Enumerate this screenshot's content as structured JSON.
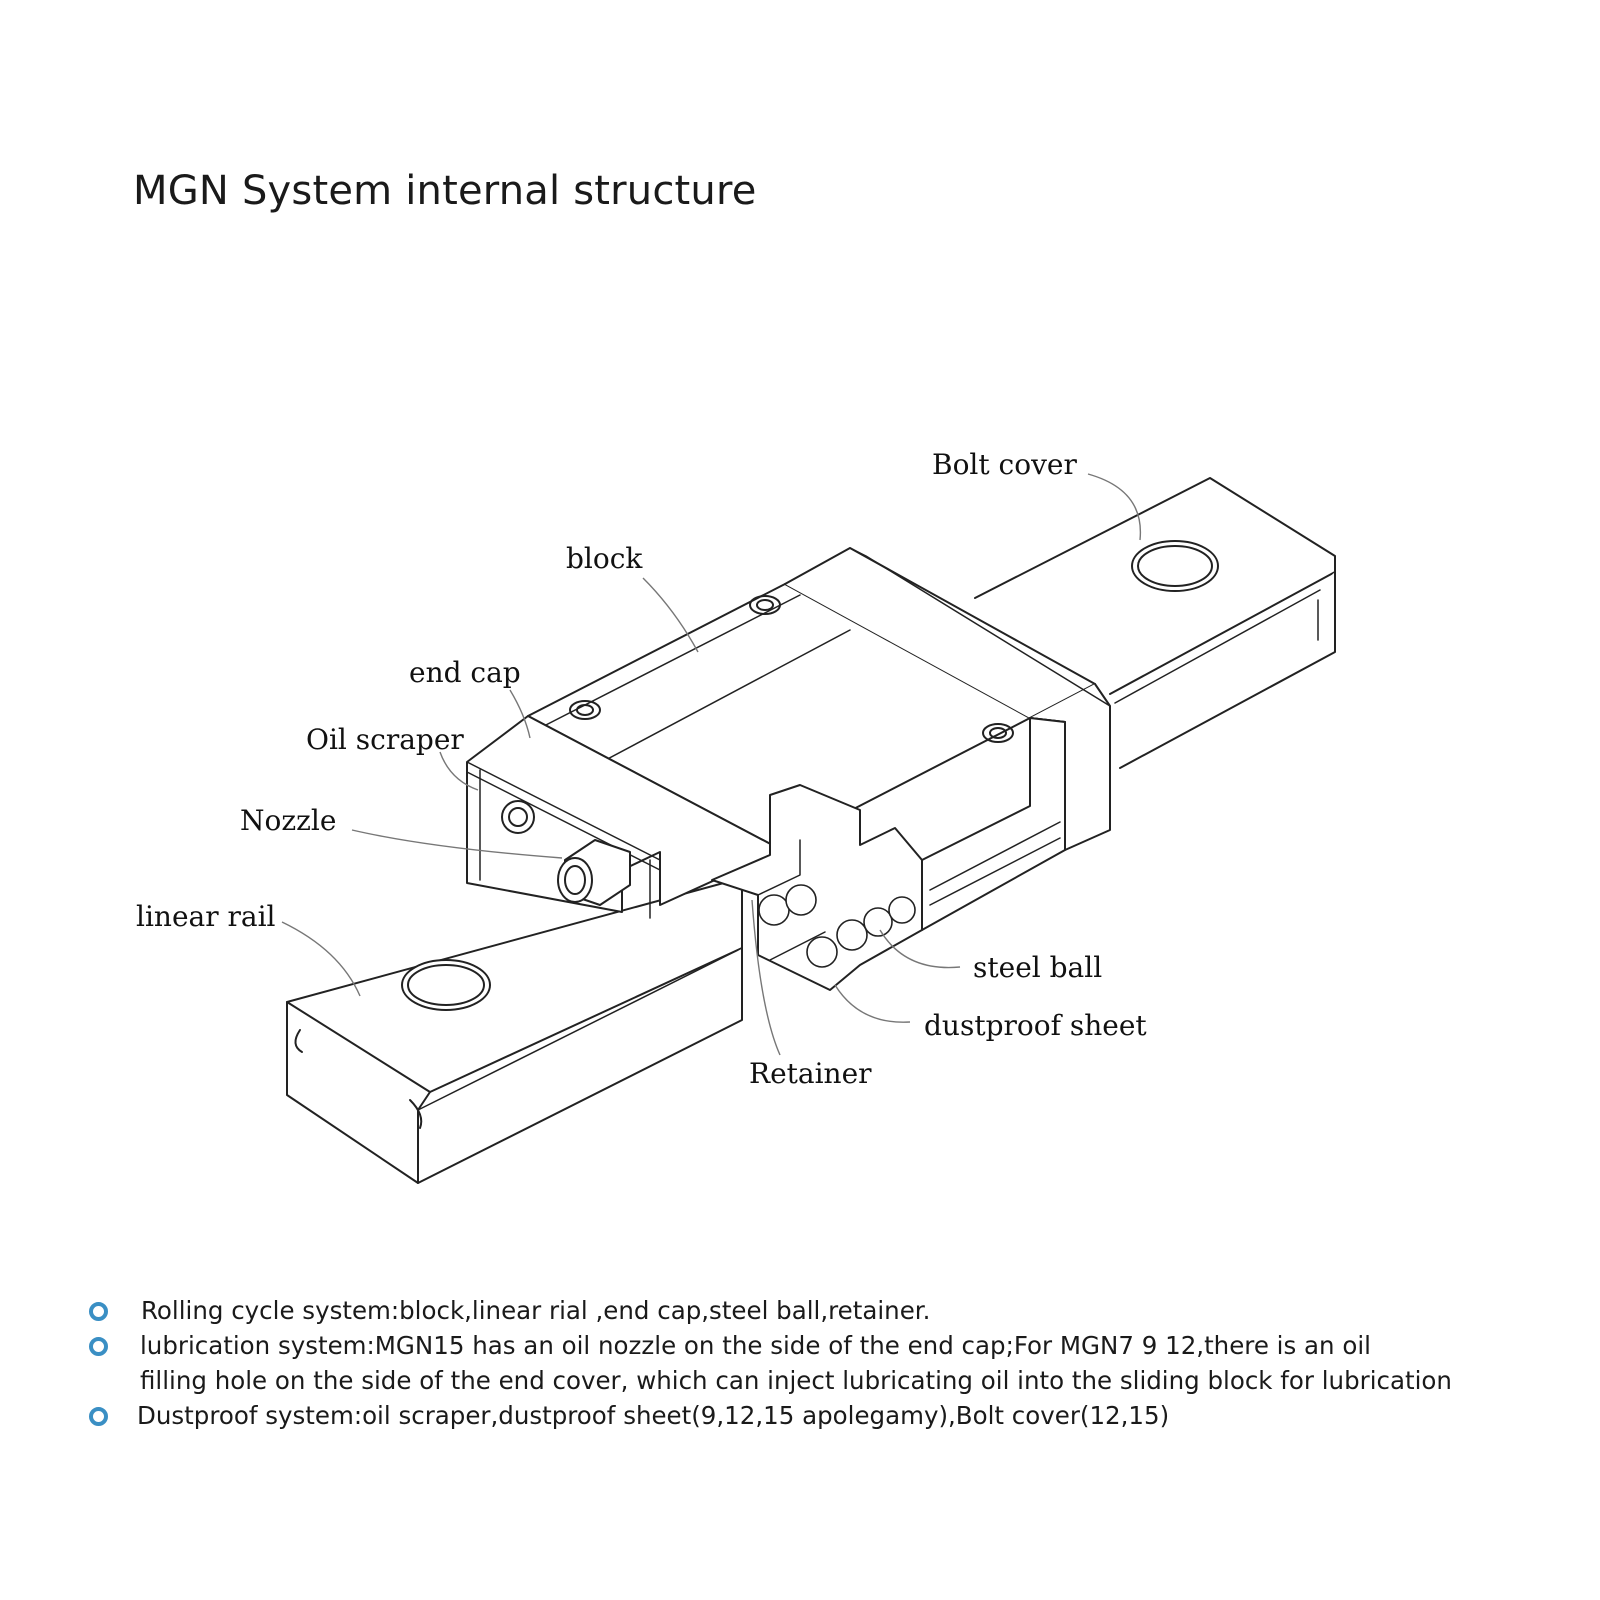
{
  "title": "MGN System internal structure",
  "labels": {
    "bolt_cover": "Bolt cover",
    "block": "block",
    "end_cap": "end cap",
    "oil_scraper": "Oil scraper",
    "nozzle": "Nozzle",
    "linear_rail": "linear rail",
    "steel_ball": "steel ball",
    "dustproof_sheet": "dustproof sheet",
    "retainer": "Retainer"
  },
  "notes": [
    {
      "line1": "Rolling cycle system:block,linear rial ,end cap,steel ball,retainer."
    },
    {
      "line1": "lubrication system:MGN15 has an oil nozzle on the side of the end cap;For MGN7 9 12,there is an oil",
      "line2": "filling hole on the side of the end cover, which can inject lubricating oil into the sliding block for lubrication"
    },
    {
      "line1": "Dustproof system:oil scraper,dustproof sheet(9,12,15 apolegamy),Bolt cover(12,15)"
    }
  ],
  "colors": {
    "bullet": "#3a8fc4",
    "line": "#222222",
    "leader": "#777777"
  }
}
